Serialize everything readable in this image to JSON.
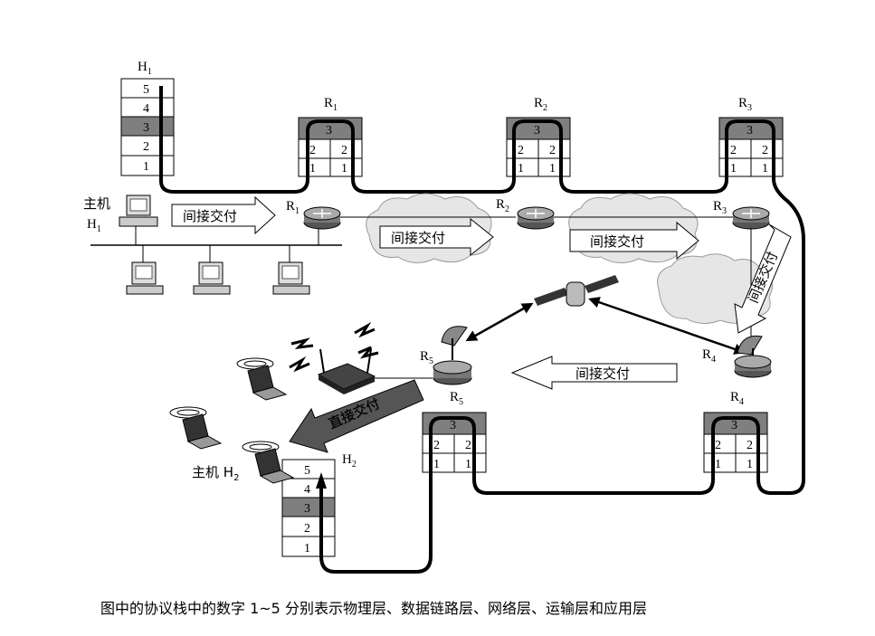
{
  "labels": {
    "h1_stack": "H",
    "h1_stack_sub": "1",
    "r1": "R",
    "r1_sub": "1",
    "r2": "R",
    "r2_sub": "2",
    "r3": "R",
    "r3_sub": "3",
    "r4": "R",
    "r4_sub": "4",
    "r5": "R",
    "r5_sub": "5",
    "h2_stack": "H",
    "h2_stack_sub": "2",
    "host1_cn": "主机",
    "host1_h": "H",
    "host1_h_sub": "1",
    "host2_cn": "主机 H",
    "host2_sub": "2"
  },
  "host_stack_layers": [
    "5",
    "4",
    "3",
    "2",
    "1"
  ],
  "router_layers": {
    "top": "3",
    "mid": "2",
    "bot": "1"
  },
  "arrows": {
    "indirect": "间接交付",
    "direct": "直接交付"
  },
  "caption": "图中的协议栈中的数字 1~5 分别表示物理层、数据链路层、网络层、运输层和应用层",
  "colors": {
    "layer3_fill": "#7f7f7f",
    "cloud_fill": "#e6e6e6",
    "path_stroke": "#000000"
  }
}
